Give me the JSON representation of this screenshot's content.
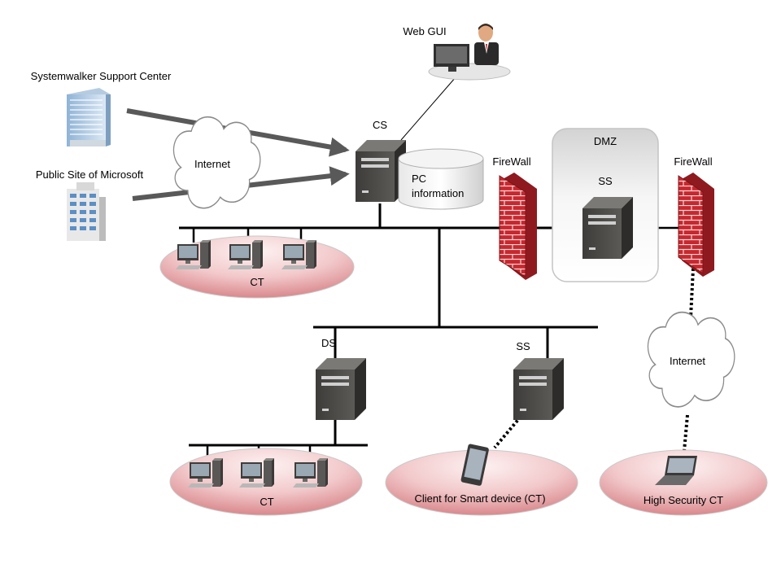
{
  "labels": {
    "web_gui": "Web GUI",
    "support_center": "Systemwalker Support Center",
    "microsoft": "Public Site of Microsoft",
    "internet_left": "Internet",
    "cs": "CS",
    "pc_info_line1": "PC",
    "pc_info_line2": "information",
    "firewall_left": "FireWall",
    "dmz": "DMZ",
    "ss_dmz": "SS",
    "firewall_right": "FireWall",
    "ct_top": "CT",
    "ds": "DS",
    "ss_lower": "SS",
    "internet_right": "Internet",
    "ct_bottom": "CT",
    "smart_device": "Client for Smart device (CT)",
    "high_security": "High Security CT"
  },
  "icons": {
    "server": "server-tower-icon",
    "pc": "desktop-pc-icon",
    "building": "office-building-icon",
    "cloud": "cloud-icon",
    "firewall": "brick-firewall-icon",
    "database": "database-cylinder-icon",
    "smartphone": "smartphone-icon",
    "laptop": "laptop-icon",
    "operator": "operator-at-desk-icon"
  },
  "colors": {
    "firewall_red": "#c8272e",
    "ellipse_pink": "#e8a3a7",
    "server_dark": "#4a4845",
    "line_black": "#000000",
    "arrow_gray": "#595959"
  }
}
